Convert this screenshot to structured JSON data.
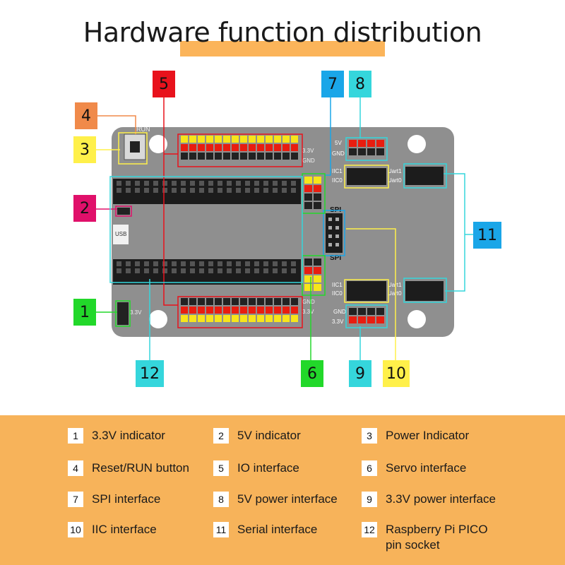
{
  "title": "Hardware function distribution",
  "board_silk": {
    "run": "RUN",
    "usb": "USB",
    "v33_top": "3.3V",
    "gnd_top": "GND",
    "v33_left": "3.3V",
    "gnd_bottom": "GND",
    "v33_bottom": "3.3V",
    "v5": "5V",
    "gnd_5v": "GND",
    "gnd_33": "GND",
    "v33_33": "3.3V",
    "spi": "SPI",
    "spi2": "SPI",
    "iic1": "IIC1",
    "iic0": "IIC0",
    "uart1": "Uart1",
    "uart0": "Uart0",
    "iic1b": "IIC1",
    "iic0b": "IIC0",
    "uart1b": "Uart1",
    "uart0b": "Uart0"
  },
  "callouts": [
    {
      "id": "5",
      "label": "5",
      "color": "#e8121c"
    },
    {
      "id": "7",
      "label": "7",
      "color": "#1aa6e8"
    },
    {
      "id": "8",
      "label": "8",
      "color": "#35d6dc"
    },
    {
      "id": "4",
      "label": "4",
      "color": "#f08a4a"
    },
    {
      "id": "3",
      "label": "3",
      "color": "#fff04a"
    },
    {
      "id": "2",
      "label": "2",
      "color": "#e0106a"
    },
    {
      "id": "11",
      "label": "11",
      "color": "#1aa6e8"
    },
    {
      "id": "1",
      "label": "1",
      "color": "#22d82a"
    },
    {
      "id": "12",
      "label": "12",
      "color": "#35d6dc"
    },
    {
      "id": "6",
      "label": "6",
      "color": "#22d82a"
    },
    {
      "id": "9",
      "label": "9",
      "color": "#35d6dc"
    },
    {
      "id": "10",
      "label": "10",
      "color": "#fff04a"
    }
  ],
  "legend": [
    {
      "num": "1",
      "label": "3.3V indicator"
    },
    {
      "num": "2",
      "label": "5V indicator"
    },
    {
      "num": "3",
      "label": "Power Indicator"
    },
    {
      "num": "4",
      "label": "Reset/RUN button"
    },
    {
      "num": "5",
      "label": "IO interface"
    },
    {
      "num": "6",
      "label": "Servo interface"
    },
    {
      "num": "7",
      "label": "SPI interface"
    },
    {
      "num": "8",
      "label": "5V power interface"
    },
    {
      "num": "9",
      "label": "3.3V power interface"
    },
    {
      "num": "10",
      "label": "IIC interface"
    },
    {
      "num": "11",
      "label": "Serial interface"
    },
    {
      "num": "12",
      "label": "Raspberry Pi PICO\npin socket"
    }
  ],
  "colors": {
    "board": "#8c8c8c",
    "legend_bg": "#f7b35a",
    "title_highlight": "#fbb45a",
    "header_black": "#1a1a1a",
    "pin_red": "#e81d10",
    "pin_yellow": "#f7e51a",
    "pin_black": "#222222"
  }
}
